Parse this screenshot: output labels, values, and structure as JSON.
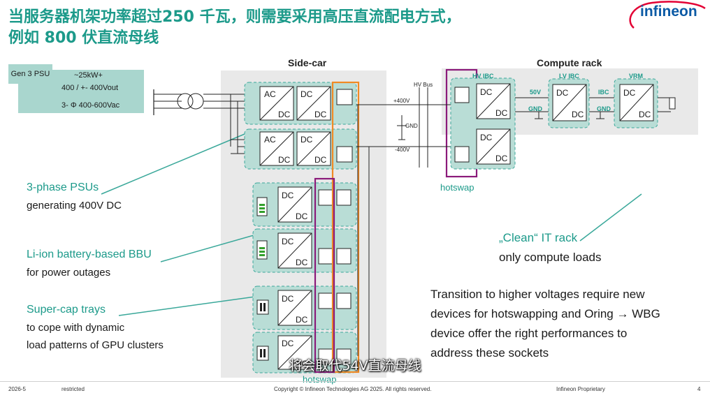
{
  "title": {
    "line1": "当服务器机架功率超过250 千瓦，则需要采用高压直流配电方式，",
    "line2": "例如 800 伏直流母线"
  },
  "logo": {
    "text": "infineon"
  },
  "gen3": {
    "label": "Gen 3 PSU",
    "spec1": "~25kW+",
    "spec2": "400 / +- 400Vout",
    "spec3": "3- Φ 400-600Vac"
  },
  "sections": {
    "sidecar": "Side-car",
    "compute": "Compute rack"
  },
  "labels": {
    "psu_head": "3-phase PSUs",
    "psu_sub": "generating 400V DC",
    "bbu_head": "Li-ion battery-based BBU",
    "bbu_sub": "for power outages",
    "scap_head": "Super-cap trays",
    "scap_sub1": "to cope with dynamic",
    "scap_sub2": "load patterns of GPU clusters",
    "hotswap": "hotswap",
    "clean_head": "„Clean“ IT rack",
    "clean_sub": "only compute loads"
  },
  "diagram": {
    "hvbus": "HV Bus",
    "plus400": "+400V",
    "gnd": "GND",
    "minus400": "-400V",
    "hv_ibc": "HV IBC",
    "lv_ibc": "LV IBC",
    "vrm": "VRM",
    "v50": "50V",
    "ibc": "IBC",
    "ac": "AC",
    "dc": "DC"
  },
  "transition": {
    "line1": "Transition to higher voltages require new",
    "line2": "devices for hotswapping and Oring → WBG",
    "line3": "device offer the right performances to",
    "line4": "address these sockets"
  },
  "subtitle": "将会取代54V直流母线",
  "footer": {
    "date": "2026-5",
    "class": "restricted",
    "copyright": "Copyright © Infineon Technologies AG 2025. All rights reserved.",
    "proprietary": "Infineon Proprietary",
    "page": "4"
  }
}
